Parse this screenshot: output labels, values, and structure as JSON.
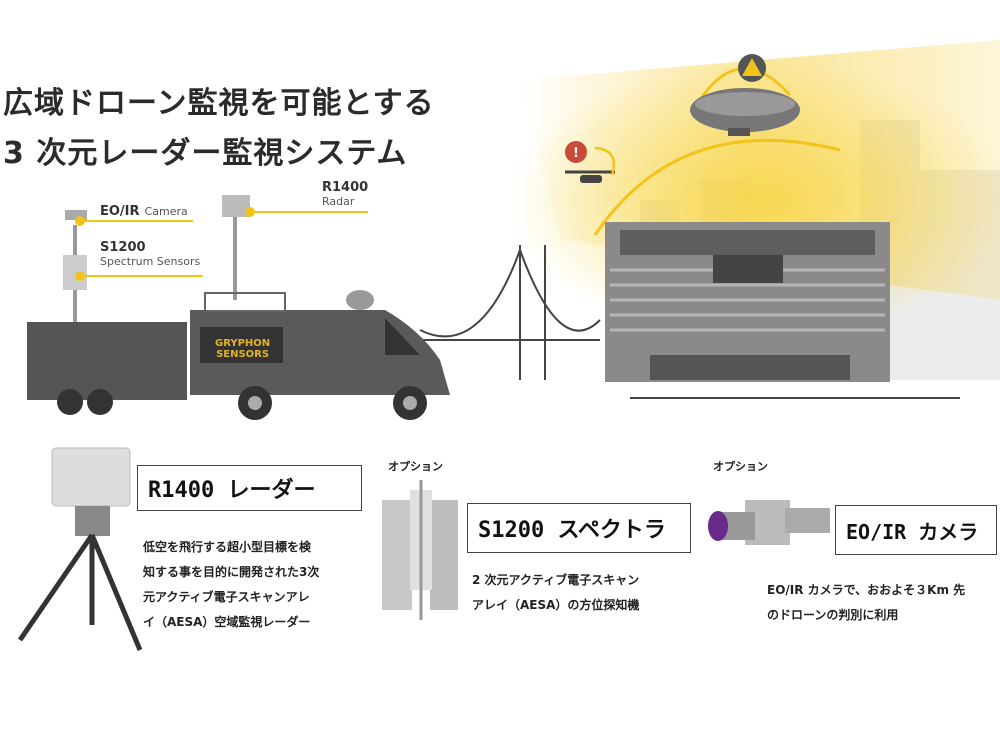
{
  "header": {
    "title_line1": "広域ドローン監視を可能とする",
    "title_line2": "3 次元レーダー監視システム"
  },
  "scene_labels": {
    "eoir": {
      "name": "EO/IR",
      "sub": "Camera"
    },
    "s1200": {
      "name": "S1200",
      "sub": "Spectrum Sensors"
    },
    "r1400": {
      "name": "R1400",
      "sub": "Radar"
    },
    "van_logo": [
      "GRYPHON",
      "SENSORS"
    ]
  },
  "products": [
    {
      "title": "R1400 レーダー",
      "option": "",
      "desc": [
        "低空を飛行する超小型目標を検",
        "知する事を目的に開発された3次",
        "元アクティブ電子スキャンアレ",
        "イ（AESA）空域監視レーダー"
      ]
    },
    {
      "title": "S1200 スペクトラ",
      "option": "オプション",
      "desc": [
        "2 次元アクティブ電子スキャン",
        "アレイ（AESA）の方位探知機"
      ]
    },
    {
      "title": "EO/IR カメラ",
      "option": "オプション",
      "desc": [
        "EO/IR カメラで、おおよそ３Km 先",
        "のドローンの判別に利用"
      ]
    }
  ],
  "colors": {
    "accent": "#f2c31b",
    "dark": "#4a4a4a",
    "lens": "#6a2a8a"
  }
}
